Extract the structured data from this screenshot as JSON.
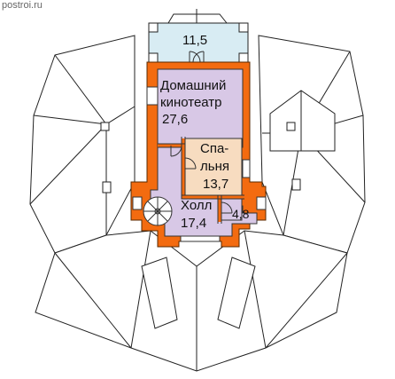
{
  "watermark": "postroi.ru",
  "rooms": {
    "balcony": {
      "area": "11,5"
    },
    "home_theater": {
      "name": "Домашний кинотеатр",
      "line1": "Домашний",
      "line2": "кинотеатр",
      "area": "27,6"
    },
    "bedroom": {
      "name": "Спальня",
      "line1": "Спа-",
      "line2": "льня",
      "area": "13,7"
    },
    "hall": {
      "name": "Холл",
      "area": "17,4"
    },
    "bathroom": {
      "area": "4,8"
    }
  },
  "colors": {
    "wall": "#f36b10",
    "wall_outline": "#5a2a00",
    "balcony_fill": "#d8ecf3",
    "theater_fill": "#d8c8e6",
    "hall_fill": "#d8c8e6",
    "bedroom_fill": "#f7dcc0",
    "roof_line": "#222222"
  }
}
